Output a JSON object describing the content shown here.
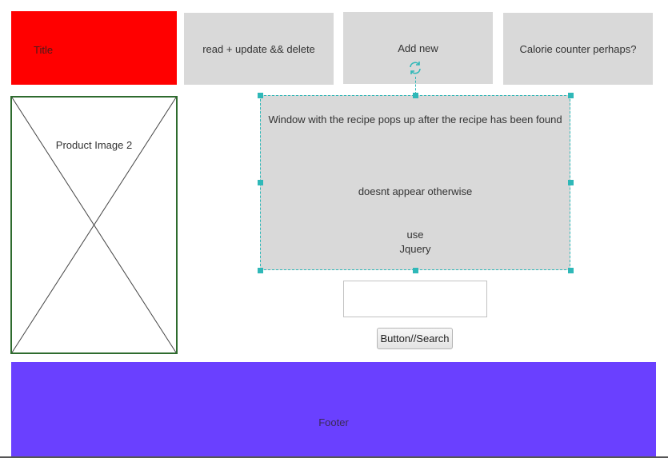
{
  "header": {
    "title": "Title",
    "nav": {
      "crud_label": "read + update && delete",
      "add_label": "Add new",
      "calorie_label": "Calorie counter perhaps?"
    }
  },
  "sidebar": {
    "product_image_label": "Product Image 2"
  },
  "recipe_window": {
    "line1": "Window with the recipe pops up after the recipe has been found",
    "line2": "doesnt appear otherwise",
    "line3": "use",
    "line4": "Jquery"
  },
  "search": {
    "value": "",
    "placeholder": "",
    "button_label": "Button//Search"
  },
  "footer": {
    "label": "Footer"
  },
  "icons": {
    "sync": "sync-icon",
    "placeholder_cross": "image-placeholder-icon"
  },
  "colors": {
    "title_bg": "#ff0000",
    "nav_bg": "#d9d9d9",
    "footer_bg": "#6a40ff",
    "selection": "#2fb8b8"
  }
}
